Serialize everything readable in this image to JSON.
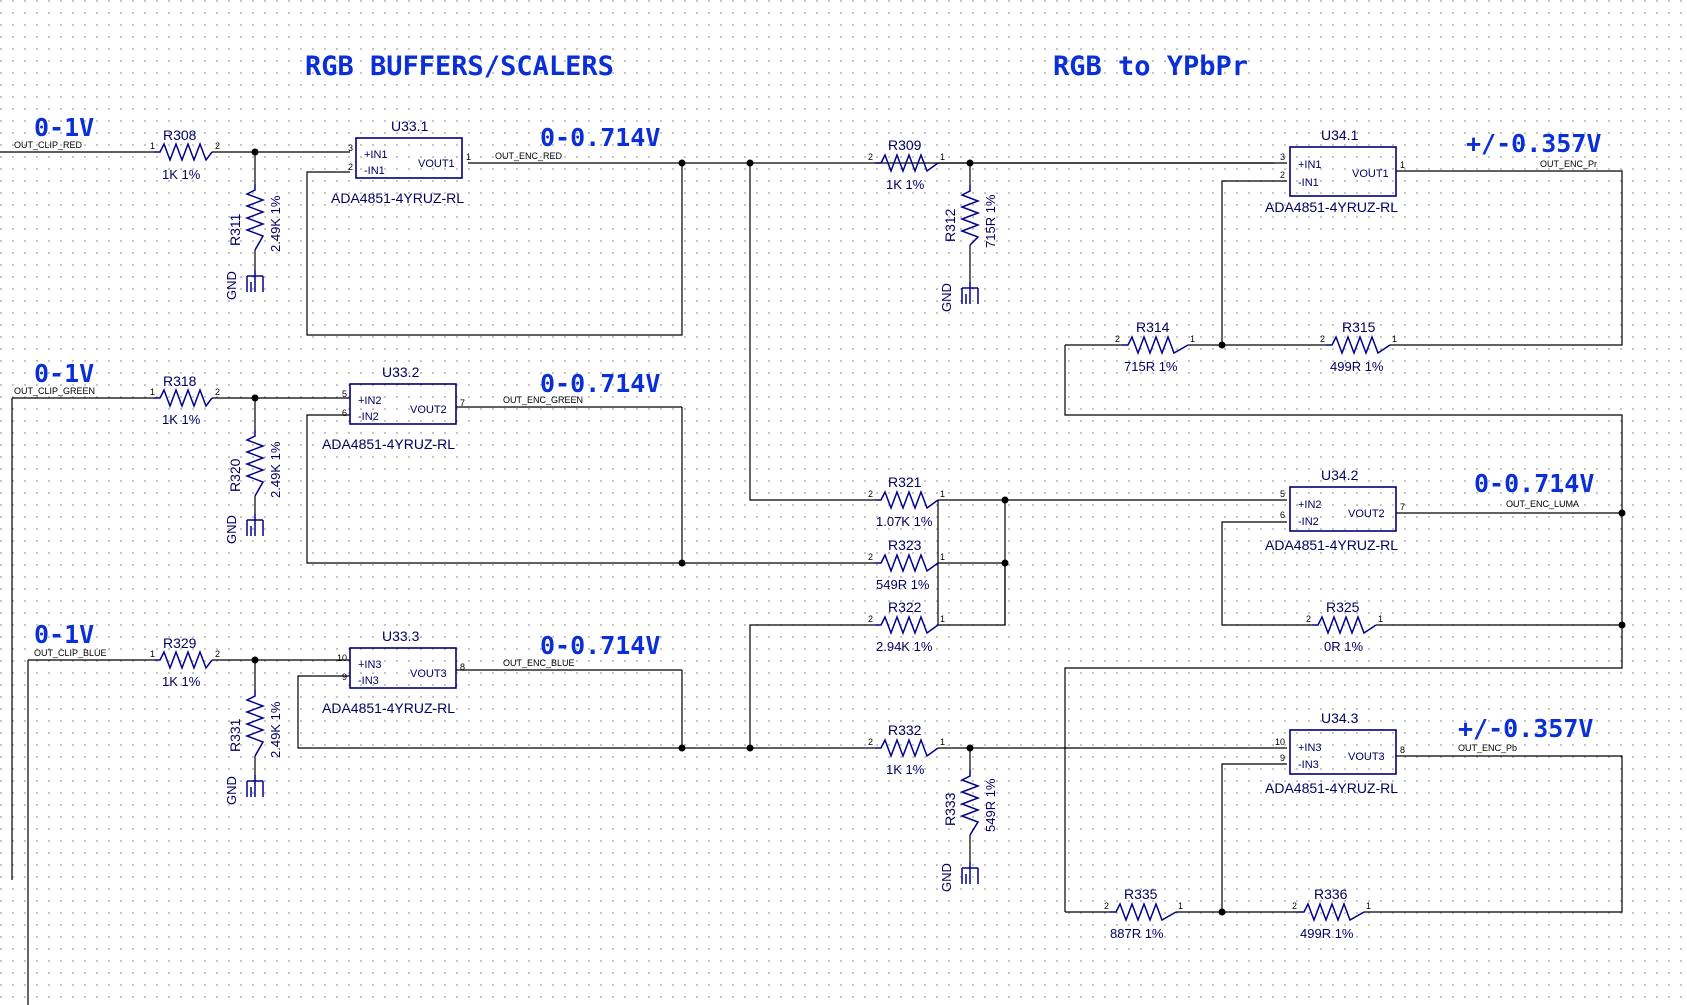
{
  "titles": {
    "buffers": "RGB BUFFERS/SCALERS",
    "convert": "RGB to YPbPr"
  },
  "gnd": "GND",
  "inputs": [
    {
      "voltage": "0-1V",
      "net": "OUT_CLIP_RED"
    },
    {
      "voltage": "0-1V",
      "net": "OUT_CLIP_GREEN"
    },
    {
      "voltage": "0-1V",
      "net": "OUT_CLIP_BLUE"
    }
  ],
  "buffers": [
    {
      "ref": "U33.1",
      "part": "ADA4851-4YRUZ-RL",
      "inp": "+IN1",
      "inn": "-IN1",
      "out": "VOUT1",
      "pin_p": "3",
      "pin_n": "2",
      "pin_o": "1",
      "voltage": "0-0.714V",
      "net": "OUT_ENC_RED"
    },
    {
      "ref": "U33.2",
      "part": "ADA4851-4YRUZ-RL",
      "inp": "+IN2",
      "inn": "-IN2",
      "out": "VOUT2",
      "pin_p": "5",
      "pin_n": "6",
      "pin_o": "7",
      "voltage": "0-0.714V",
      "net": "OUT_ENC_GREEN"
    },
    {
      "ref": "U33.3",
      "part": "ADA4851-4YRUZ-RL",
      "inp": "+IN3",
      "inn": "-IN3",
      "out": "VOUT3",
      "pin_p": "10",
      "pin_n": "9",
      "pin_o": "8",
      "voltage": "0-0.714V",
      "net": "OUT_ENC_BLUE"
    }
  ],
  "converters": [
    {
      "ref": "U34.1",
      "part": "ADA4851-4YRUZ-RL",
      "inp": "+IN1",
      "inn": "-IN1",
      "out": "VOUT1",
      "pin_p": "3",
      "pin_n": "2",
      "pin_o": "1",
      "voltage": "+/-0.357V",
      "net": "OUT_ENC_Pr"
    },
    {
      "ref": "U34.2",
      "part": "ADA4851-4YRUZ-RL",
      "inp": "+IN2",
      "inn": "-IN2",
      "out": "VOUT2",
      "pin_p": "5",
      "pin_n": "6",
      "pin_o": "7",
      "voltage": "0-0.714V",
      "net": "OUT_ENC_LUMA"
    },
    {
      "ref": "U34.3",
      "part": "ADA4851-4YRUZ-RL",
      "inp": "+IN3",
      "inn": "-IN3",
      "out": "VOUT3",
      "pin_p": "10",
      "pin_n": "9",
      "pin_o": "8",
      "voltage": "+/-0.357V",
      "net": "OUT_ENC_Pb"
    }
  ],
  "resistors": {
    "R308": {
      "ref": "R308",
      "value": "1K 1%"
    },
    "R311": {
      "ref": "R311",
      "value": "2.49K 1%"
    },
    "R318": {
      "ref": "R318",
      "value": "1K 1%"
    },
    "R320": {
      "ref": "R320",
      "value": "2.49K 1%"
    },
    "R329": {
      "ref": "R329",
      "value": "1K 1%"
    },
    "R331": {
      "ref": "R331",
      "value": "2.49K 1%"
    },
    "R309": {
      "ref": "R309",
      "value": "1K 1%"
    },
    "R312": {
      "ref": "R312",
      "value": "715R 1%"
    },
    "R314": {
      "ref": "R314",
      "value": "715R 1%"
    },
    "R315": {
      "ref": "R315",
      "value": "499R 1%"
    },
    "R321": {
      "ref": "R321",
      "value": "1.07K 1%"
    },
    "R323": {
      "ref": "R323",
      "value": "549R 1%"
    },
    "R322": {
      "ref": "R322",
      "value": "2.94K 1%"
    },
    "R325": {
      "ref": "R325",
      "value": "0R 1%"
    },
    "R332": {
      "ref": "R332",
      "value": "1K 1%"
    },
    "R333": {
      "ref": "R333",
      "value": "549R 1%"
    },
    "R335": {
      "ref": "R335",
      "value": "887R 1%"
    },
    "R336": {
      "ref": "R336",
      "value": "499R 1%"
    }
  },
  "pins": {
    "one": "1",
    "two": "2"
  }
}
